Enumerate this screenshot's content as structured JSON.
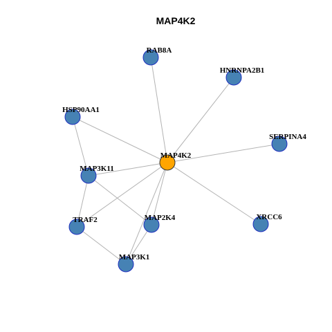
{
  "title": "MAP4K2",
  "colors": {
    "hub_fill": "#FFA500",
    "node_fill": "#4682B4",
    "node_stroke": "#1F2FBF",
    "hub_stroke": "#333333",
    "edge": "#B3B3B3"
  },
  "nodes": [
    {
      "id": "MAP4K2",
      "label": "MAP4K2",
      "hub": true
    },
    {
      "id": "RAB8A",
      "label": "RAB8A"
    },
    {
      "id": "HNRNPA2B1",
      "label": "HNRNPA2B1"
    },
    {
      "id": "HSP90AA1",
      "label": "HSP90AA1"
    },
    {
      "id": "SERPINA4",
      "label": "SERPINA4"
    },
    {
      "id": "MAP3K11",
      "label": "MAP3K11"
    },
    {
      "id": "TRAF2",
      "label": "TRAF2"
    },
    {
      "id": "MAP2K4",
      "label": "MAP2K4"
    },
    {
      "id": "XRCC6",
      "label": "XRCC6"
    },
    {
      "id": "MAP3K1",
      "label": "MAP3K1"
    }
  ],
  "edges": [
    [
      "MAP4K2",
      "RAB8A"
    ],
    [
      "MAP4K2",
      "HNRNPA2B1"
    ],
    [
      "MAP4K2",
      "HSP90AA1"
    ],
    [
      "MAP4K2",
      "SERPINA4"
    ],
    [
      "MAP4K2",
      "MAP3K11"
    ],
    [
      "MAP4K2",
      "TRAF2"
    ],
    [
      "MAP4K2",
      "MAP2K4"
    ],
    [
      "MAP4K2",
      "XRCC6"
    ],
    [
      "MAP4K2",
      "MAP3K1"
    ],
    [
      "HSP90AA1",
      "MAP3K11"
    ],
    [
      "MAP3K11",
      "TRAF2"
    ],
    [
      "MAP3K11",
      "MAP2K4"
    ],
    [
      "TRAF2",
      "MAP3K1"
    ],
    [
      "MAP2K4",
      "MAP3K1"
    ]
  ]
}
